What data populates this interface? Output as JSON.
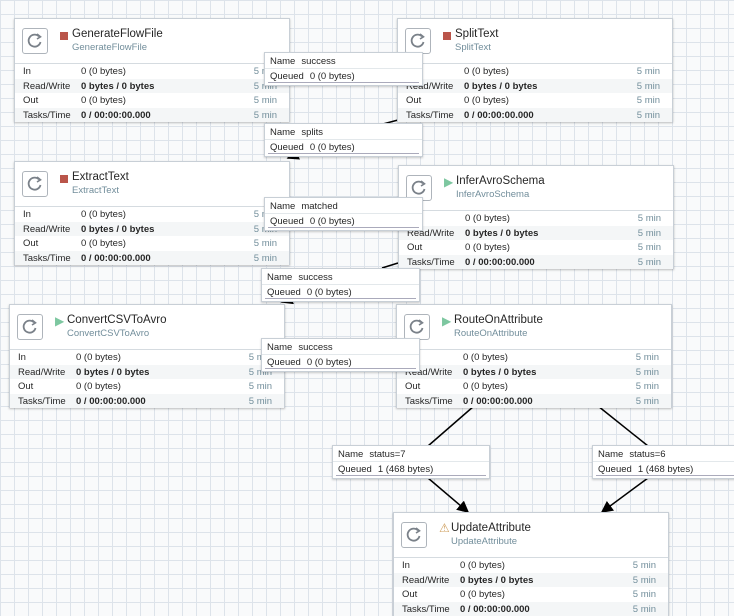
{
  "processors": [
    {
      "name": "GenerateFlowFile",
      "type": "GenerateFlowFile",
      "state": "stopped",
      "in": "0 (0 bytes)",
      "read_write": "0 bytes / 0 bytes",
      "out": "0 (0 bytes)",
      "tasks_time": "0 / 00:00:00.000",
      "window": "5 min"
    },
    {
      "name": "SplitText",
      "type": "SplitText",
      "state": "stopped",
      "in": "0 (0 bytes)",
      "read_write": "0 bytes / 0 bytes",
      "out": "0 (0 bytes)",
      "tasks_time": "0 / 00:00:00.000",
      "window": "5 min"
    },
    {
      "name": "ExtractText",
      "type": "ExtractText",
      "state": "stopped",
      "in": "0 (0 bytes)",
      "read_write": "0 bytes / 0 bytes",
      "out": "0 (0 bytes)",
      "tasks_time": "0 / 00:00:00.000",
      "window": "5 min"
    },
    {
      "name": "InferAvroSchema",
      "type": "InferAvroSchema",
      "state": "running",
      "in": "0 (0 bytes)",
      "read_write": "0 bytes / 0 bytes",
      "out": "0 (0 bytes)",
      "tasks_time": "0 / 00:00:00.000",
      "window": "5 min"
    },
    {
      "name": "ConvertCSVToAvro",
      "type": "ConvertCSVToAvro",
      "state": "running",
      "in": "0 (0 bytes)",
      "read_write": "0 bytes / 0 bytes",
      "out": "0 (0 bytes)",
      "tasks_time": "0 / 00:00:00.000",
      "window": "5 min"
    },
    {
      "name": "RouteOnAttribute",
      "type": "RouteOnAttribute",
      "state": "running",
      "in": "0 (0 bytes)",
      "read_write": "0 bytes / 0 bytes",
      "out": "0 (0 bytes)",
      "tasks_time": "0 / 00:00:00.000",
      "window": "5 min"
    },
    {
      "name": "UpdateAttribute",
      "type": "UpdateAttribute",
      "state": "invalid",
      "in": "0 (0 bytes)",
      "read_write": "0 bytes / 0 bytes",
      "out": "0 (0 bytes)",
      "tasks_time": "0 / 00:00:00.000",
      "window": "5 min"
    }
  ],
  "labels": {
    "in": "In",
    "read_write": "Read/Write",
    "out": "Out",
    "tasks_time": "Tasks/Time",
    "name": "Name",
    "queued": "Queued",
    "state_icons": {
      "stopped": "stop-icon",
      "running": "play-icon",
      "invalid": "warning-icon"
    }
  },
  "connections": [
    {
      "name": "success",
      "queued": "0 (0 bytes)"
    },
    {
      "name": "splits",
      "queued": "0 (0 bytes)"
    },
    {
      "name": "matched",
      "queued": "0 (0 bytes)"
    },
    {
      "name": "success",
      "queued": "0 (0 bytes)"
    },
    {
      "name": "success",
      "queued": "0 (0 bytes)"
    },
    {
      "name": "status=7",
      "queued": "1 (468 bytes)"
    },
    {
      "name": "status=6",
      "queued": "1 (468 bytes)"
    }
  ],
  "colors": {
    "stopped": "#ba554a",
    "running": "#7dc7a0",
    "invalid": "#cf9f5d",
    "secondary_text": "#728e9b"
  }
}
